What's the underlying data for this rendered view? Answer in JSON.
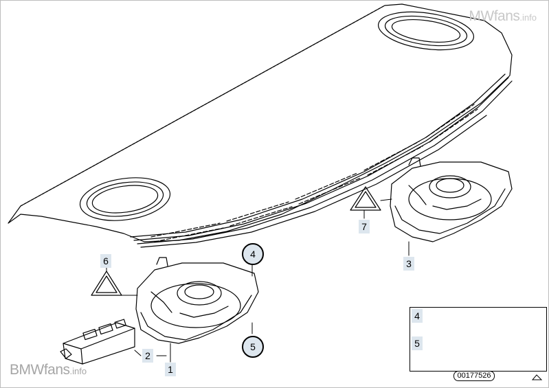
{
  "watermark": {
    "top_right_brand": "MWfans",
    "top_right_suffix": ".info",
    "bottom_left_brand": "BMWfans",
    "bottom_left_suffix": ".info"
  },
  "callouts": {
    "c1": "1",
    "c2": "2",
    "c3": "3",
    "c4": "4",
    "c5": "5",
    "c6": "6",
    "c7": "7",
    "inset4": "4",
    "inset5": "5"
  },
  "drawing_id": "00177526",
  "colors": {
    "label_fill": "#dde6ee",
    "line": "#000000",
    "watermark": "#b9b9b9"
  }
}
